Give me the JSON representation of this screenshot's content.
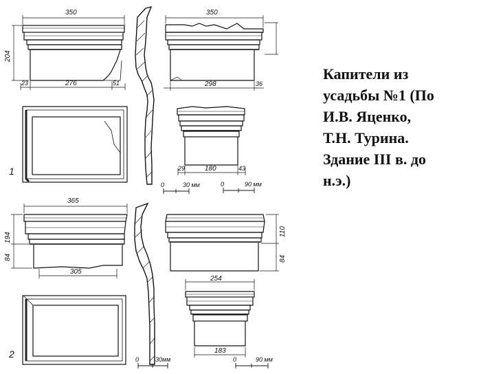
{
  "caption": {
    "line1": "Капители из",
    "line2": "усадьбы №1 (По",
    "line3": "И.В. Яценко,",
    "line4": "Т.Н. Турина.",
    "line5": "Здание III в. до",
    "line6": "н.э.)"
  },
  "figure1": {
    "number": "1",
    "front_top": "350",
    "front_height": "204",
    "front_bottom_left": "23",
    "front_bottom_mid": "276",
    "front_bottom_right": "51",
    "side_top": "350",
    "side_bottom_mid": "298",
    "side_bottom_right": "36",
    "small_left": "29",
    "small_mid": "180",
    "small_right": "43",
    "scale1_zero": "0",
    "scale1_value": "30 мм",
    "scale2_zero": "0",
    "scale2_value": "90 мм"
  },
  "figure2": {
    "number": "2",
    "front_top": "365",
    "front_height": "194",
    "front_lower": "84",
    "front_bottom": "305",
    "side_height": "110",
    "side_lower": "84",
    "small_top": "254",
    "small_bottom": "183",
    "scale1_zero": "0",
    "scale1_value": "30мм",
    "scale2_zero": "0",
    "scale2_value": "90 мм"
  }
}
